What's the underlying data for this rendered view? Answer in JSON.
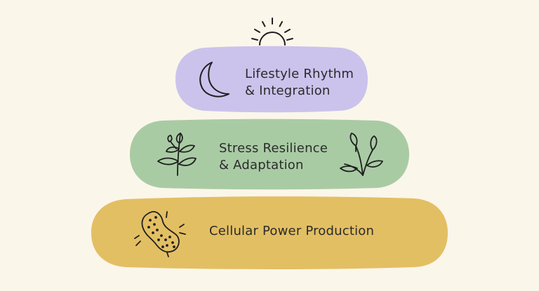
{
  "diagram": {
    "type": "stacked-pyramid",
    "background": "#fbf6ea",
    "tiers": [
      {
        "id": "top",
        "line1": "Lifestyle Rhythm",
        "line2": "& Integration",
        "color": "#cbc3ec",
        "icon": "crescent-moon-icon"
      },
      {
        "id": "middle",
        "line1": "Stress Resilience",
        "line2": "& Adaptation",
        "color": "#a9cba4",
        "icon": "leafy-plant-icon"
      },
      {
        "id": "bottom",
        "line1": "Cellular Power Production",
        "color": "#e3bf63",
        "icon": "mitochondria-icon"
      }
    ],
    "top_icon": "sun-icon"
  }
}
